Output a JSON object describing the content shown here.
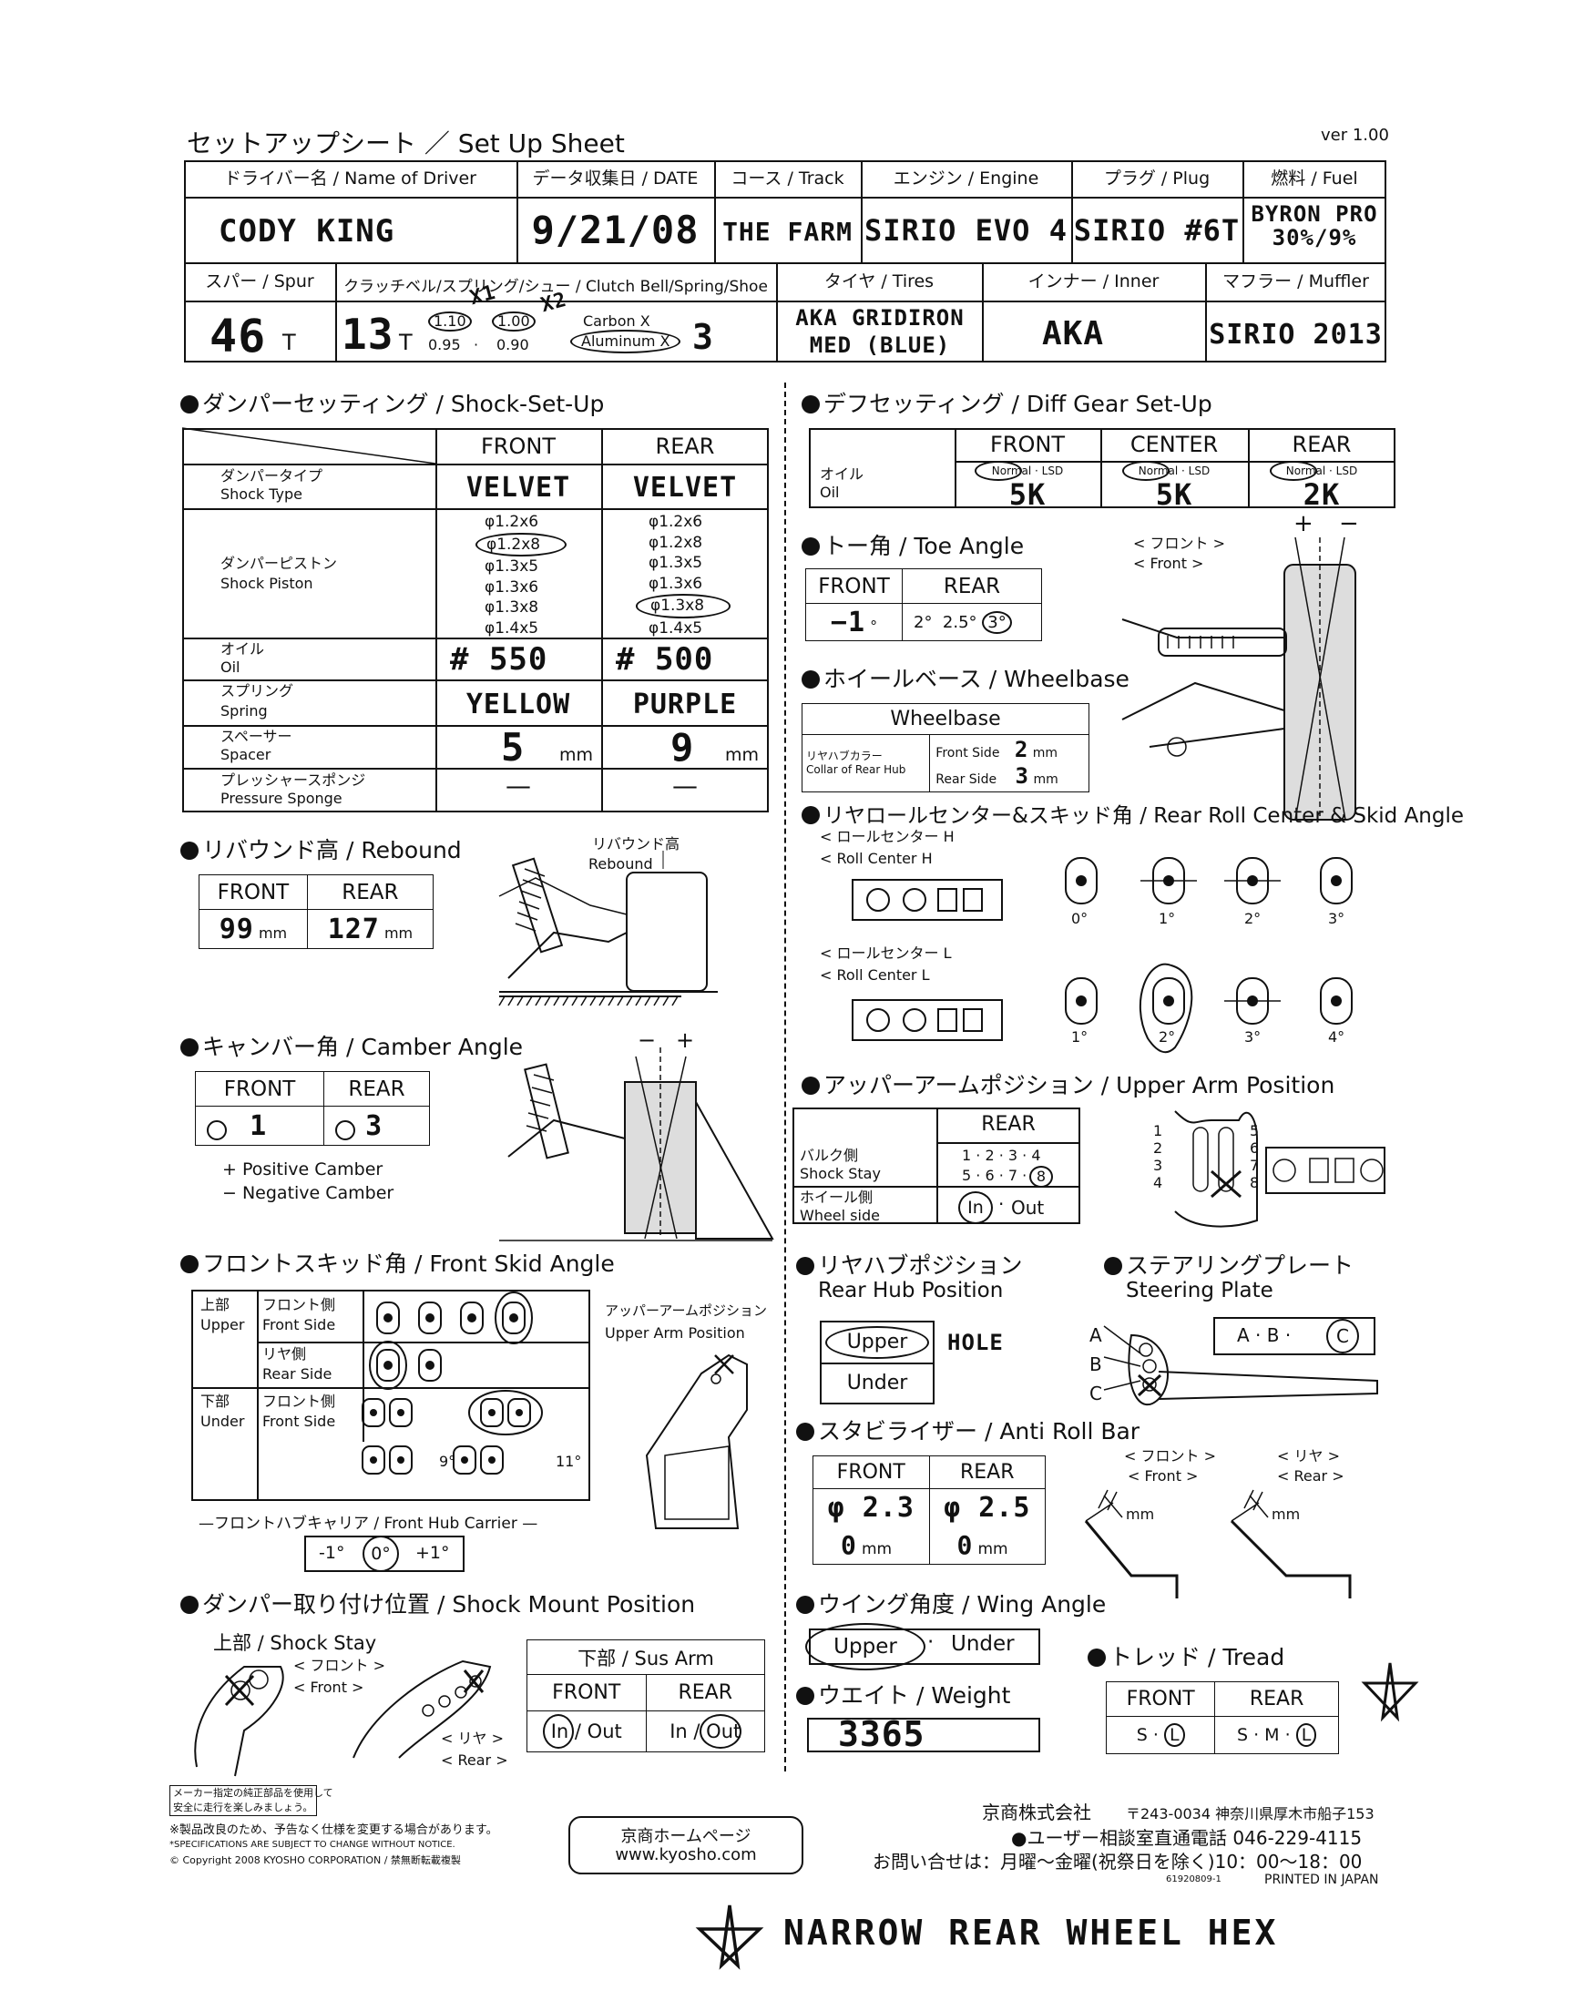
{
  "header": {
    "title": "セットアップシート ／ Set Up Sheet",
    "version": "ver 1.00"
  },
  "info_row1": {
    "labels": [
      "ドライバー名 / Name of Driver",
      "データ収集日 / DATE",
      "コース / Track",
      "エンジン / Engine",
      "プラグ / Plug",
      "燃料 / Fuel"
    ],
    "values": [
      "CODY  KING",
      "9/21/08",
      "THE FARM",
      "SIRIO EVO 4",
      "SIRIO #6T",
      "BYRON PRO 30%/9%"
    ]
  },
  "info_row2": {
    "labels": [
      "スパー / Spur",
      "クラッチベル/スプリング/シュー / Clutch Bell/Spring/Shoe",
      "タイヤ / Tires",
      "インナー / Inner",
      "マフラー / Muffler"
    ],
    "spur": "46",
    "spur_unit": "T",
    "clutch_bell": "13",
    "clutch_unit": "T",
    "spring_opts": [
      "1.10",
      "1.00",
      "0.95",
      "0.90"
    ],
    "spring_note_a": "X1",
    "spring_note_b": "X2",
    "shoe_carbon": "Carbon X",
    "shoe_aluminum": "Aluminum X",
    "shoe_count": "3",
    "tires": "AKA GRIDIRON MED (BLUE)",
    "inner": "AKA",
    "muffler": "SIRIO 2013"
  },
  "shock": {
    "title": "ダンパーセッティング / Shock-Set-Up",
    "front": "FRONT",
    "rear": "REAR",
    "type_label_jp": "ダンパータイプ",
    "type_label": "Shock Type",
    "type_front": "VELVET",
    "type_rear": "VELVET",
    "piston_label_jp": "ダンパーピストン",
    "piston_label": "Shock Piston",
    "pistons": [
      "φ1.2x6",
      "φ1.2x8",
      "φ1.3x5",
      "φ1.3x6",
      "φ1.3x8",
      "φ1.4x5"
    ],
    "pistons_rear": [
      "φ1.2x6",
      "φ1.2x8",
      "φ1.3x5",
      "φ1.3x6",
      "φ1.3x8",
      "φ1.4x5"
    ],
    "oil_label_jp": "オイル",
    "oil_label": "Oil",
    "oil_front": "# 550",
    "oil_rear": "# 500",
    "spring_label_jp": "スプリング",
    "spring_label": "Spring",
    "spring_front": "YELLOW",
    "spring_rear": "PURPLE",
    "spacer_label_jp": "スペーサー",
    "spacer_label": "Spacer",
    "spacer_front": "5",
    "spacer_rear": "9",
    "mm": "mm",
    "sponge_label_jp": "プレッシャースポンジ",
    "sponge_label": "Pressure Sponge",
    "sponge_front": "—",
    "sponge_rear": "—"
  },
  "rebound": {
    "title": "リバウンド高 / Rebound",
    "front": "FRONT",
    "rear": "REAR",
    "front_val": "99",
    "rear_val": "127",
    "mm": "mm",
    "diagram_label_jp": "リバウンド高",
    "diagram_label": "Rebound"
  },
  "camber": {
    "title": "キャンバー角 / Camber Angle",
    "front": "FRONT",
    "rear": "REAR",
    "front_val": "1",
    "rear_val": "3",
    "plus": "+",
    "minus": "−",
    "legend_pos": "+ Positive Camber",
    "legend_neg": "− Negative Camber"
  },
  "front_skid": {
    "title": "フロントスキッド角 / Front Skid Angle",
    "upper_jp": "上部",
    "upper": "Upper",
    "under_jp": "下部",
    "under": "Under",
    "front_side_jp": "フロント側",
    "front_side": "Front Side",
    "rear_side_jp": "リヤ側",
    "rear_side": "Rear Side",
    "deg9": "9°",
    "deg11": "11°",
    "arm_label_jp": "アッパーアームポジション",
    "arm_label": "Upper Arm Position",
    "hub_carrier": "—フロントハブキャリア / Front Hub Carrier —",
    "hub_opts": [
      "-1°",
      "0°",
      "+1°"
    ]
  },
  "shock_mount": {
    "title": "ダンパー取り付け位置 / Shock Mount Position",
    "stay": "上部 / Shock Stay",
    "front_jp": "< フロント >",
    "front": "< Front >",
    "rear_jp": "< リヤ >",
    "rear": "< Rear >",
    "sus_arm": "下部 / Sus Arm",
    "col_front": "FRONT",
    "col_rear": "REAR",
    "front_val": "In / Out",
    "rear_val": "In / Out"
  },
  "diff": {
    "title": "デフセッティング / Diff Gear Set-Up",
    "oil_jp": "オイル",
    "oil": "Oil",
    "cols": [
      "FRONT",
      "CENTER",
      "REAR"
    ],
    "opts": [
      "Normal · LSD",
      "Normal · LSD",
      "Normal · LSD"
    ],
    "vals": [
      "5K",
      "5K",
      "2K"
    ]
  },
  "toe": {
    "title": "トー角 / Toe Angle",
    "front": "FRONT",
    "rear": "REAR",
    "front_val": "−1",
    "deg": "°",
    "rear_opts": [
      "2°",
      "2.5°",
      "3°"
    ],
    "front_jp": "< フロント >",
    "front_en": "< Front >",
    "plus": "+",
    "minus": "−"
  },
  "wheelbase": {
    "title": "ホイールベース / Wheelbase",
    "header": "Wheelbase",
    "collar_jp": "リヤハブカラー",
    "collar": "Collar of Rear Hub",
    "front_side": "Front Side",
    "rear_side": "Rear Side",
    "front_val": "2",
    "rear_val": "3",
    "mm": "mm"
  },
  "roll_center": {
    "title": "リヤロールセンター&スキッド角 / Rear Roll Center & Skid Angle",
    "h_jp": "< ロールセンター H",
    "h": "< Roll Center H",
    "l_jp": "< ロールセンター L",
    "l": "< Roll Center L",
    "h_degs": [
      "0°",
      "1°",
      "2°",
      "3°"
    ],
    "l_degs": [
      "1°",
      "2°",
      "3°",
      "4°"
    ]
  },
  "upper_arm": {
    "title": "アッパーアームポジション / Upper Arm Position",
    "rear": "REAR",
    "stay_jp": "バルク側",
    "stay": "Shock Stay",
    "stay_opts": "1 · 2 · 3 · 4",
    "stay_opts2": "5 · 6 · 7 ·",
    "stay_sel": "8",
    "wheel_jp": "ホイール側",
    "wheel": "Wheel side",
    "wheel_in": "In",
    "wheel_out": "Out",
    "nums_left": [
      "1",
      "2",
      "3",
      "4"
    ],
    "nums_right": [
      "5",
      "6",
      "7",
      "8"
    ]
  },
  "rear_hub": {
    "title_jp": "リヤハブポジション",
    "title": "Rear Hub Position",
    "upper": "Upper",
    "under": "Under",
    "note": "HOLE"
  },
  "steering": {
    "title_jp": "ステアリングプレート",
    "title": "Steering Plate",
    "abc": [
      "A",
      "B",
      "C"
    ],
    "opts": "A · B ·",
    "sel": "C"
  },
  "arb": {
    "title": "スタビライザー / Anti Roll Bar",
    "front": "FRONT",
    "rear": "REAR",
    "front_val": "φ 2.3",
    "rear_val": "φ 2.5",
    "front_mm": "0",
    "rear_mm": "0",
    "mm": "mm",
    "front_jp": "< フロント >",
    "front_en": "< Front >",
    "rear_jp": "< リヤ >",
    "rear_en": "< Rear >"
  },
  "wing": {
    "title": "ウイング角度 / Wing Angle",
    "upper": "Upper",
    "under": "Under"
  },
  "weight": {
    "title": "ウエイト / Weight",
    "value": "3365"
  },
  "tread": {
    "title": "トレッド / Tread",
    "front": "FRONT",
    "rear": "REAR",
    "front_opts": "S ·",
    "front_sel": "L",
    "rear_opts": "S · M ·",
    "rear_sel": "L"
  },
  "footer": {
    "warn1": "メーカー指定の純正部品を使用して",
    "warn2": "安全に走行を楽しみましょう。",
    "notice_jp": "※製品改良のため、予告なく仕様を変更する場合があります。",
    "notice": "*SPECIFICATIONS ARE SUBJECT TO CHANGE WITHOUT NOTICE.",
    "copyright": "© Copyright 2008 KYOSHO CORPORATION / 禁無断転載複製",
    "hp_jp": "京商ホームページ",
    "hp": "www.kyosho.com",
    "company": "京商株式会社",
    "address": "〒243-0034 神奈川県厚木市船子153",
    "hotline": "●ユーザー相談室直通電話 046-229-4115",
    "hours": "お問い合せは：月曜〜金曜(祝祭日を除く)10：00〜18：00",
    "code": "61920809-1",
    "printed": "PRINTED IN JAPAN"
  },
  "bottom_note": "NARROW REAR WHEEL HEX",
  "star": "☆"
}
